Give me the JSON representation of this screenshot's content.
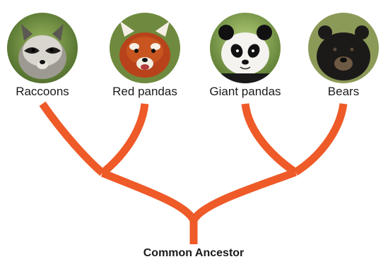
{
  "diagram": {
    "type": "phylogenetic-tree",
    "branch_color": "#ee5a28",
    "leaves": [
      {
        "label": "Raccoons",
        "icon": "raccoon-photo"
      },
      {
        "label": "Red pandas",
        "icon": "red-panda-photo"
      },
      {
        "label": "Giant pandas",
        "icon": "giant-panda-photo"
      },
      {
        "label": "Bears",
        "icon": "black-bear-photo"
      }
    ],
    "root_label": "Common Ancestor"
  }
}
